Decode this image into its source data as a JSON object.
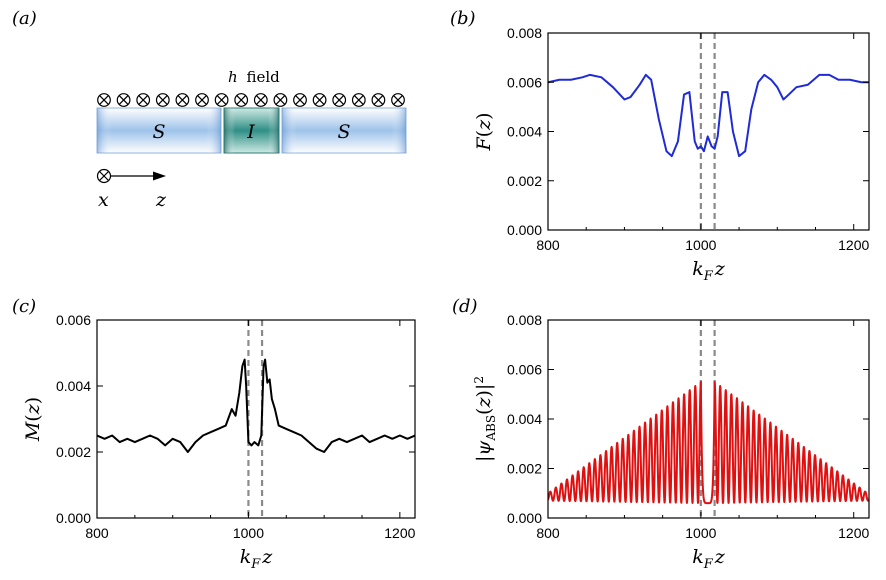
{
  "panels": {
    "a": {
      "tag": "(a)"
    },
    "b": {
      "tag": "(b)"
    },
    "c": {
      "tag": "(c)"
    },
    "d": {
      "tag": "(d)"
    }
  },
  "schematic": {
    "field_label_h": "h",
    "field_label_rest": "field",
    "regions": [
      "S",
      "I",
      "S"
    ],
    "axis_x": "x",
    "axis_z": "z",
    "symbol_count": 16,
    "colors": {
      "S": "#9ec3ea",
      "I": "#2f8f86"
    }
  },
  "chart_data": [
    {
      "id": "b",
      "type": "line",
      "xlabel": "k_F z",
      "ylabel": "F(z)",
      "xlim": [
        800,
        1220
      ],
      "ylim": [
        0,
        0.008
      ],
      "xticks": [
        800,
        1000,
        1200
      ],
      "yticks": [
        "0.000",
        "0.002",
        "0.004",
        "0.006",
        "0.008"
      ],
      "vlines": [
        1000,
        1018
      ],
      "color": "#1f2bd6",
      "series": [
        {
          "x": [
            800,
            815,
            830,
            845,
            855,
            870,
            885,
            900,
            908,
            920,
            928,
            935,
            945,
            955,
            962,
            970,
            978,
            985,
            992,
            996,
            1000,
            1004,
            1009,
            1014,
            1018,
            1022,
            1028,
            1035,
            1042,
            1050,
            1058,
            1066,
            1075,
            1083,
            1092,
            1100,
            1108,
            1115,
            1125,
            1140,
            1155,
            1168,
            1180,
            1195,
            1210,
            1220
          ],
          "y": [
            0.006,
            0.0061,
            0.0061,
            0.0062,
            0.0063,
            0.0062,
            0.0058,
            0.0053,
            0.0054,
            0.0059,
            0.0063,
            0.0061,
            0.0045,
            0.0032,
            0.003,
            0.0036,
            0.0055,
            0.0056,
            0.0036,
            0.0033,
            0.0034,
            0.0032,
            0.0038,
            0.0034,
            0.0033,
            0.0038,
            0.0056,
            0.0056,
            0.004,
            0.003,
            0.0032,
            0.0049,
            0.006,
            0.0063,
            0.0061,
            0.0058,
            0.0053,
            0.0055,
            0.0058,
            0.0059,
            0.0063,
            0.0063,
            0.0061,
            0.0061,
            0.006,
            0.006
          ]
        }
      ]
    },
    {
      "id": "c",
      "type": "line",
      "xlabel": "k_F z",
      "ylabel": "M(z)",
      "xlim": [
        800,
        1220
      ],
      "ylim": [
        0,
        0.006
      ],
      "xticks": [
        800,
        1000,
        1200
      ],
      "yticks": [
        "0.000",
        "0.002",
        "0.004",
        "0.006"
      ],
      "vlines": [
        1000,
        1018
      ],
      "color": "#000000",
      "series": [
        {
          "x": [
            800,
            810,
            820,
            830,
            840,
            850,
            860,
            870,
            880,
            890,
            900,
            910,
            920,
            930,
            940,
            950,
            960,
            970,
            978,
            983,
            988,
            992,
            995,
            997,
            1000,
            1004,
            1008,
            1013,
            1017,
            1020,
            1022,
            1025,
            1028,
            1031,
            1035,
            1040,
            1050,
            1060,
            1070,
            1080,
            1090,
            1100,
            1110,
            1120,
            1130,
            1140,
            1150,
            1160,
            1170,
            1180,
            1190,
            1200,
            1210,
            1220
          ],
          "y": [
            0.0025,
            0.0024,
            0.0025,
            0.0023,
            0.0024,
            0.0023,
            0.0024,
            0.0025,
            0.0024,
            0.0022,
            0.0024,
            0.0023,
            0.002,
            0.0023,
            0.0025,
            0.0026,
            0.0027,
            0.0028,
            0.0033,
            0.0031,
            0.0038,
            0.0046,
            0.0048,
            0.004,
            0.0023,
            0.0022,
            0.0023,
            0.0022,
            0.0025,
            0.0046,
            0.0048,
            0.0041,
            0.0042,
            0.0036,
            0.0033,
            0.0028,
            0.0027,
            0.0026,
            0.0025,
            0.0023,
            0.0021,
            0.002,
            0.0023,
            0.0024,
            0.0023,
            0.0024,
            0.0025,
            0.0023,
            0.0024,
            0.0025,
            0.0024,
            0.0025,
            0.0024,
            0.0025
          ]
        }
      ]
    },
    {
      "id": "d",
      "type": "line",
      "xlabel": "k_F z",
      "ylabel": "|ψ_ABS(z)|^2",
      "xlim": [
        800,
        1220
      ],
      "ylim": [
        0,
        0.008
      ],
      "xticks": [
        800,
        1000,
        1200
      ],
      "yticks": [
        "0.000",
        "0.002",
        "0.004",
        "0.006",
        "0.008"
      ],
      "vlines": [
        1000,
        1018
      ],
      "color": "#e01010",
      "series": [
        {
          "generator": "oscillating envelope",
          "peak": 0.0055,
          "edge_max": 0.001,
          "edge_min": 0.0007,
          "center_min": 0.0006,
          "period": 7.3
        }
      ]
    }
  ]
}
